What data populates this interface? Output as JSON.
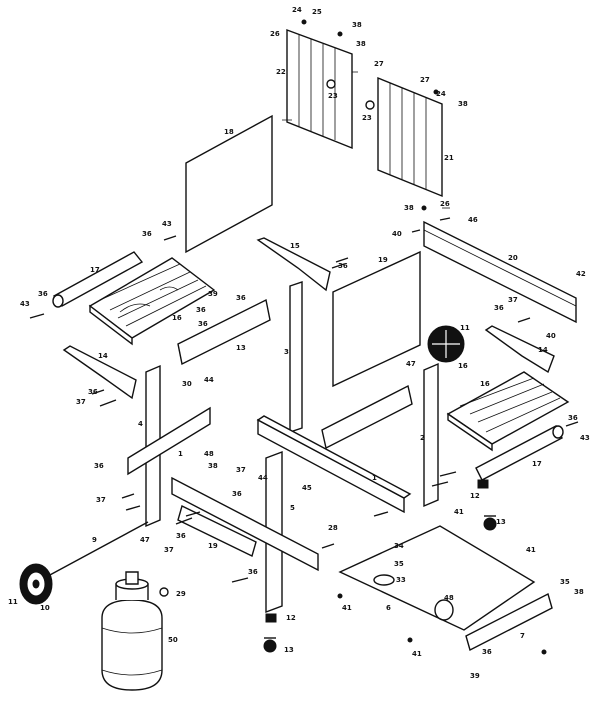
{
  "callouts": [
    {
      "id": "c-side-panel",
      "text": "22"
    },
    {
      "id": "c-side-panel-top-a",
      "text": "24"
    },
    {
      "id": "c-side-panel-top-b",
      "text": "25"
    },
    {
      "id": "c-side-panel-top-c",
      "text": "26"
    },
    {
      "id": "c-side-panel-top-d",
      "text": "38"
    },
    {
      "id": "c-side-panel-top-e",
      "text": "38"
    },
    {
      "id": "c-side-panel-handle",
      "text": "23"
    },
    {
      "id": "c-side-panel-27",
      "text": "27"
    },
    {
      "id": "c-door-27",
      "text": "27"
    },
    {
      "id": "c-door-24",
      "text": "24"
    },
    {
      "id": "c-door-38",
      "text": "38"
    },
    {
      "id": "c-door-handle",
      "text": "23"
    },
    {
      "id": "c-door",
      "text": "21"
    },
    {
      "id": "c-door-bottom-38",
      "text": "38"
    },
    {
      "id": "c-door-bottom-26",
      "text": "26"
    },
    {
      "id": "c-back-panel",
      "text": "18"
    },
    {
      "id": "c-shelf-bracket",
      "text": "15"
    },
    {
      "id": "c-shelf-bracket-36",
      "text": "36"
    },
    {
      "id": "c-center-panel",
      "text": "19"
    },
    {
      "id": "c-top-rail-46",
      "text": "46"
    },
    {
      "id": "c-top-rail-40",
      "text": "40"
    },
    {
      "id": "c-top-rail",
      "text": "20"
    },
    {
      "id": "c-top-rail-42",
      "text": "42"
    },
    {
      "id": "c-left-43-top",
      "text": "43"
    },
    {
      "id": "c-left-36-top",
      "text": "36"
    },
    {
      "id": "c-left-handle",
      "text": "17"
    },
    {
      "id": "c-left-36",
      "text": "36"
    },
    {
      "id": "c-left-43",
      "text": "43"
    },
    {
      "id": "c-left-shelf-36",
      "text": "36"
    },
    {
      "id": "c-left-shelf",
      "text": "16"
    },
    {
      "id": "c-left-shelf-36b",
      "text": "36"
    },
    {
      "id": "c-left-shelf-39",
      "text": "39"
    },
    {
      "id": "c-rail-36",
      "text": "36"
    },
    {
      "id": "c-rail",
      "text": "13"
    },
    {
      "id": "c-leg-center",
      "text": "3"
    },
    {
      "id": "c-left-bracket",
      "text": "14"
    },
    {
      "id": "c-left-bracket-36",
      "text": "36"
    },
    {
      "id": "c-left-bracket-37",
      "text": "37"
    },
    {
      "id": "c-screw-44",
      "text": "44"
    },
    {
      "id": "c-screw-30",
      "text": "30"
    },
    {
      "id": "c-left-leg",
      "text": "4"
    },
    {
      "id": "c-left-leg-36",
      "text": "36"
    },
    {
      "id": "c-left-leg-37",
      "text": "37"
    },
    {
      "id": "c-left-leg-47",
      "text": "47"
    },
    {
      "id": "c-brace-48",
      "text": "48"
    },
    {
      "id": "c-brace-38",
      "text": "38"
    },
    {
      "id": "c-brace",
      "text": "1"
    },
    {
      "id": "c-axle",
      "text": "9"
    },
    {
      "id": "c-wheel",
      "text": "10"
    },
    {
      "id": "c-wheel-11",
      "text": "11"
    },
    {
      "id": "c-tank",
      "text": "50"
    },
    {
      "id": "c-tank-valve",
      "text": "29"
    },
    {
      "id": "c-right-bracket-36",
      "text": "36"
    },
    {
      "id": "c-right-bracket-37",
      "text": "37"
    },
    {
      "id": "c-right-bracket-40",
      "text": "40"
    },
    {
      "id": "c-right-bracket",
      "text": "14"
    },
    {
      "id": "c-knob",
      "text": "11"
    },
    {
      "id": "c-knob-16",
      "text": "16"
    },
    {
      "id": "c-right-47",
      "text": "47"
    },
    {
      "id": "c-right-shelf",
      "text": "16"
    },
    {
      "id": "c-right-shelf-36",
      "text": "36"
    },
    {
      "id": "c-right-shelf-43",
      "text": "43"
    },
    {
      "id": "c-right-handle",
      "text": "17"
    },
    {
      "id": "c-right-leg",
      "text": "2"
    },
    {
      "id": "c-front-rail",
      "text": "1"
    },
    {
      "id": "c-front-44",
      "text": "44"
    },
    {
      "id": "c-front-37",
      "text": "37"
    },
    {
      "id": "c-front-leg",
      "text": "5"
    },
    {
      "id": "c-front-45",
      "text": "45"
    },
    {
      "id": "c-front-36",
      "text": "36"
    },
    {
      "id": "c-front-28",
      "text": "28"
    },
    {
      "id": "c-front-19",
      "text": "19"
    },
    {
      "id": "c-front-37b",
      "text": "37"
    },
    {
      "id": "c-front-36b",
      "text": "36"
    },
    {
      "id": "c-bottom-36",
      "text": "36"
    },
    {
      "id": "c-bottom-12",
      "text": "12"
    },
    {
      "id": "c-bottom-13",
      "text": "13"
    },
    {
      "id": "c-bottom-34",
      "text": "34"
    },
    {
      "id": "c-bottom-35",
      "text": "35"
    },
    {
      "id": "c-bottom-33",
      "text": "33"
    },
    {
      "id": "c-caster-13",
      "text": "13"
    },
    {
      "id": "c-right-12",
      "text": "12"
    },
    {
      "id": "c-right-41a",
      "text": "41"
    },
    {
      "id": "c-right-41b",
      "text": "41"
    },
    {
      "id": "c-bottom-shelf",
      "text": "6"
    },
    {
      "id": "c-bottom-41",
      "text": "41"
    },
    {
      "id": "c-bottom-48",
      "text": "48"
    },
    {
      "id": "c-bottom-41b",
      "text": "41"
    },
    {
      "id": "c-bottom-rail",
      "text": "7"
    },
    {
      "id": "c-bottom-rail-36",
      "text": "36"
    },
    {
      "id": "c-bottom-rail-35",
      "text": "35"
    },
    {
      "id": "c-bottom-rail-38",
      "text": "38"
    },
    {
      "id": "c-bottom-rail-39",
      "text": "39"
    }
  ]
}
